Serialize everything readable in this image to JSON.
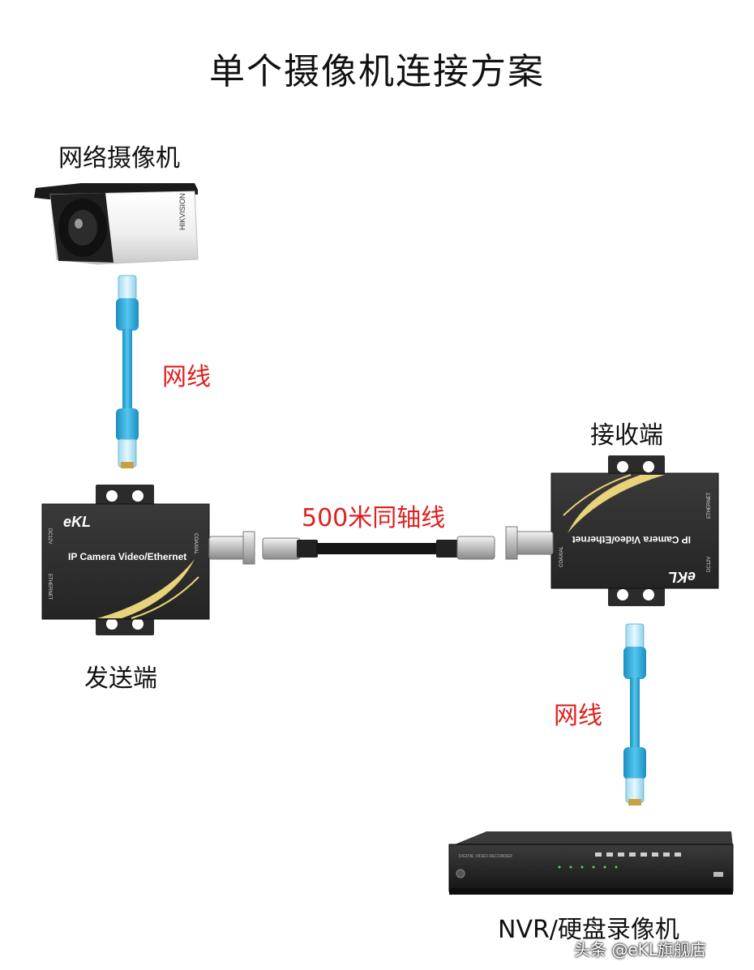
{
  "title": "单个摄像机连接方案",
  "labels": {
    "camera": "网络摄像机",
    "cable_top": "网线",
    "receiver": "接收端",
    "coax": "500米同轴线",
    "sender": "发送端",
    "cable_bottom": "网线",
    "nvr": "NVR/硬盘录像机"
  },
  "device": {
    "logo": "eKL",
    "product_text": "IP Camera Video/Ethernet",
    "port_dc": "DC12V",
    "port_ethernet": "ETHERNET",
    "port_coaxial": "COAXIAL"
  },
  "camera_brand": "HIKVISION",
  "nvr_panel_text": "DIGITAL VIDEO RECORDER",
  "watermark": "头条 @eKL旗舰店",
  "colors": {
    "red_text": "#e02020",
    "cable_blue": "#2aa8d8",
    "device_body": "#2e2e2e",
    "device_accent": "#e8d27a"
  }
}
